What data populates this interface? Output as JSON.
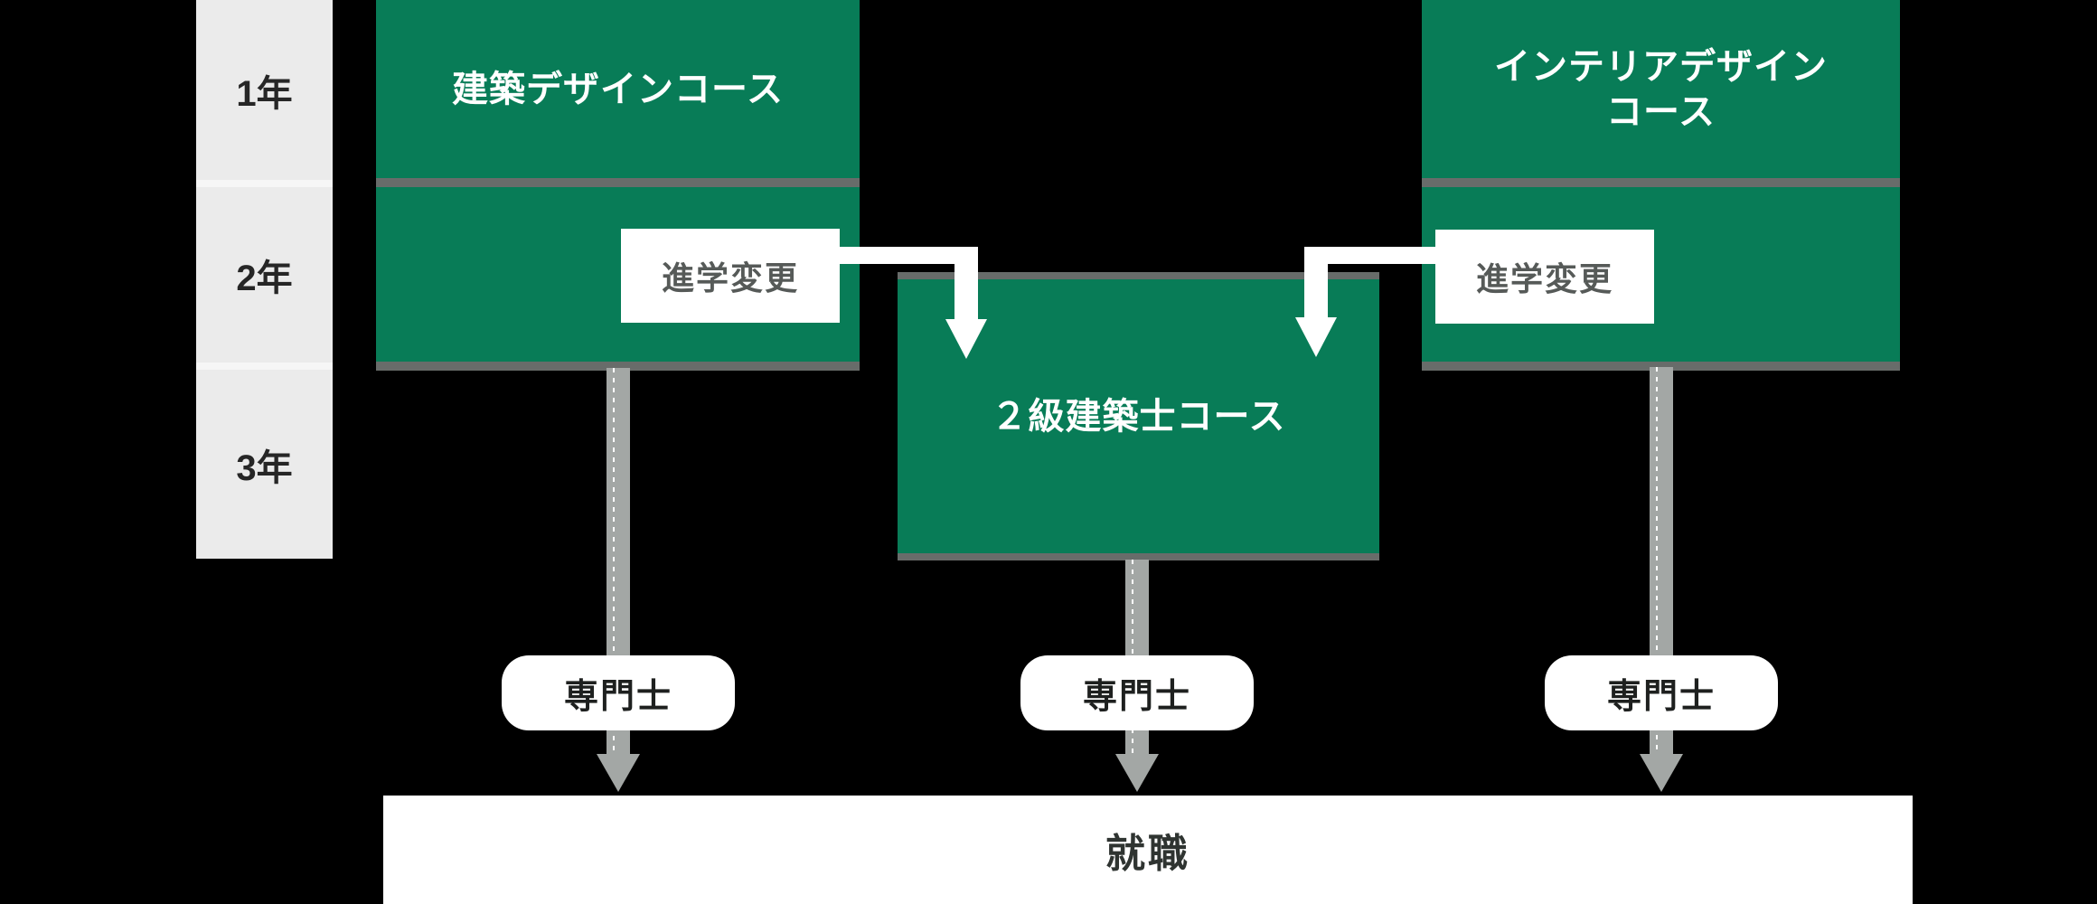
{
  "diagram_title": "course-progression-diagram",
  "colors": {
    "background": "#000000",
    "course_green": "#087c57",
    "divider_gray": "#686c6a",
    "connector_gray": "#a3a7a5",
    "sidebar_gray": "#ebebeb",
    "sidebar_gap": "#f6f6f6",
    "transfer_text": "#565a58",
    "title_text": "#ffffff",
    "badge_text": "#1e201f",
    "outcome_text": "#2f3431"
  },
  "timeline": {
    "years": [
      {
        "label": "1年"
      },
      {
        "label": "2年"
      },
      {
        "label": "3年"
      }
    ]
  },
  "courses": {
    "left": {
      "title": "建築デザインコース"
    },
    "center": {
      "title": "２級建築士コース"
    },
    "right": {
      "title_line1": "インテリアデザイン",
      "title_line2": "コース"
    }
  },
  "transfer": {
    "left_label": "進学変更",
    "right_label": "進学変更"
  },
  "credentials": {
    "left": "専門士",
    "center": "専門士",
    "right": "専門士"
  },
  "outcome": {
    "label": "就職"
  }
}
